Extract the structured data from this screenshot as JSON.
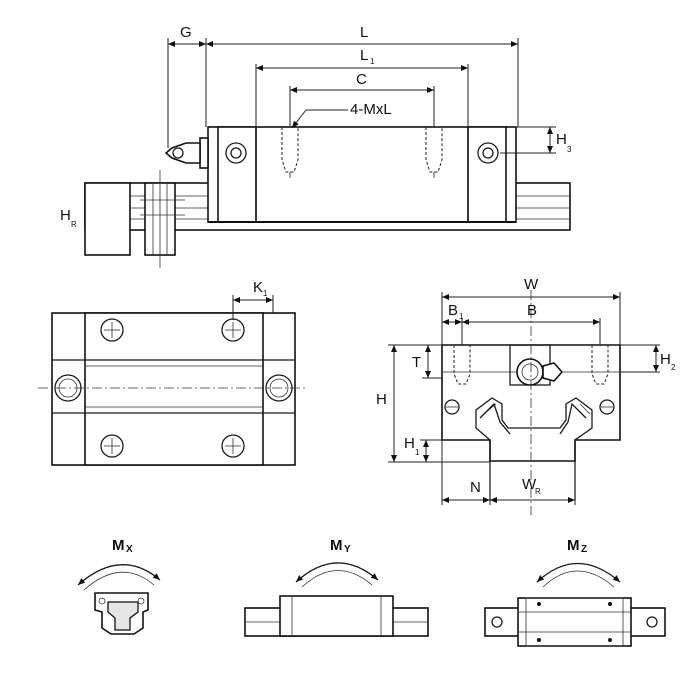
{
  "top_view": {
    "G": "G",
    "L": "L",
    "L1": "L",
    "L1_sub": "1",
    "C": "C",
    "MxL": "4-MxL",
    "H3": "H",
    "H3_sub": "3",
    "HR": "H",
    "HR_sub": "R"
  },
  "plan_view": {
    "K1": "K",
    "K1_sub": "1"
  },
  "end_view": {
    "W": "W",
    "B1": "B",
    "B1_sub": "1",
    "B": "B",
    "T": "T",
    "H2": "H",
    "H2_sub": "2",
    "H": "H",
    "H1": "H",
    "H1_sub": "1",
    "N": "N",
    "WR": "W",
    "WR_sub": "R"
  },
  "moments": {
    "mx": "M",
    "mx_sub": "X",
    "my": "M",
    "my_sub": "Y",
    "mz": "M",
    "mz_sub": "Z"
  }
}
